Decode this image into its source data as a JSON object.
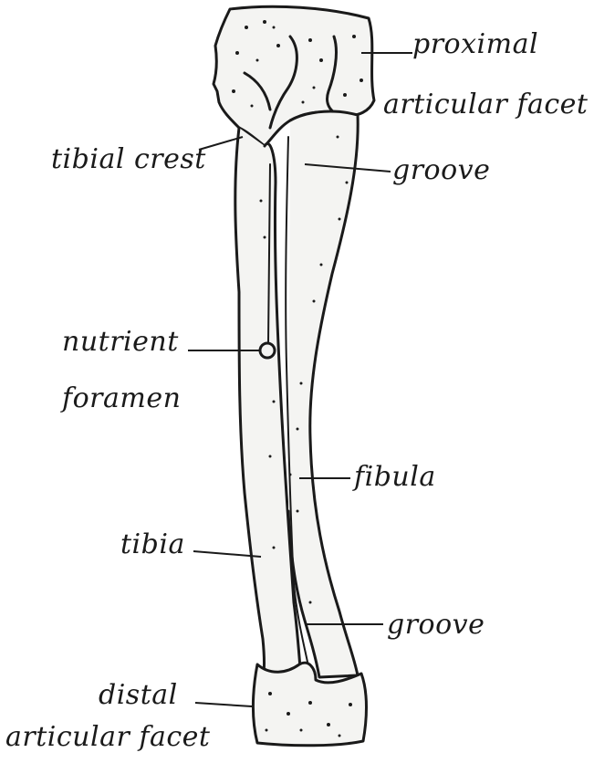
{
  "labels": {
    "proximal_line1": "proximal",
    "proximal_line2": "articular facet",
    "tibial_crest": "tibial crest",
    "groove_top": "groove",
    "nutrient_line1": "nutrient",
    "nutrient_line2": "foramen",
    "fibula": "fibula",
    "tibia": "tibia",
    "groove_bottom": "groove",
    "distal_line1": "distal",
    "distal_line2": "articular facet"
  },
  "colors": {
    "ink": "#1a1a1a",
    "bone_fill": "#f4f4f2",
    "background": "#ffffff"
  }
}
